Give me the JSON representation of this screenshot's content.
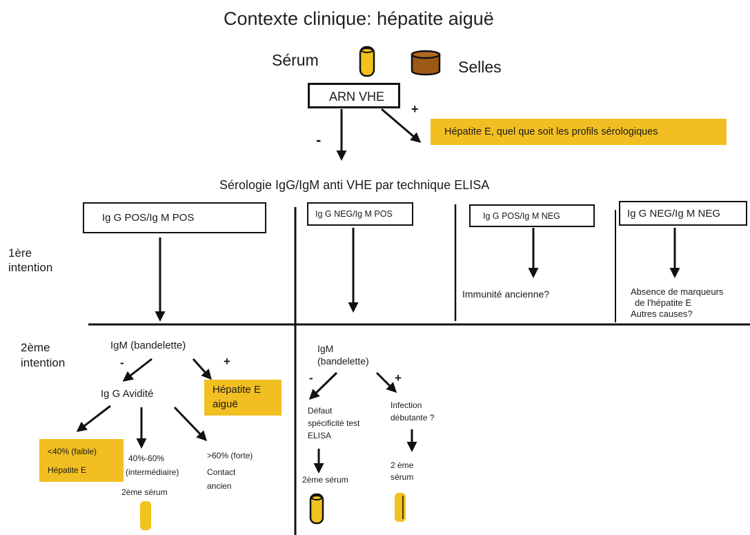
{
  "title": "Contexte clinique: hépatite aiguë",
  "specimens": {
    "serum": "Sérum",
    "selles": "Selles"
  },
  "arn": {
    "label": "ARN VHE",
    "plus": "+",
    "minus": "-"
  },
  "hep_e_any": "Hépatite E, quel que soit les profils sérologiques",
  "serologie": "Sérologie IgG/IgM anti VHE par technique ELISA",
  "intentions": {
    "first_1": "1ère",
    "first_2": "intention",
    "second_1": "2ème",
    "second_2": "intention"
  },
  "profiles": {
    "pos_pos": "Ig G POS/Ig M POS",
    "neg_pos": "Ig G NEG/Ig M POS",
    "pos_neg": "Ig G POS/Ig M NEG",
    "neg_neg": "Ig G NEG/Ig M NEG"
  },
  "results": {
    "immunite": "Immunité ancienne?",
    "absence_1": "Absence de marqueurs",
    "absence_2": "de l'hépatite E",
    "absence_3": "Autres causes?"
  },
  "left_branch": {
    "igm": "IgM (bandelette)",
    "minus": "-",
    "plus": "+",
    "hep_aigue_1": "Hépatite E",
    "hep_aigue_2": "aiguë",
    "avidite": "Ig G Avidité",
    "faible_1": "<40% (faible)",
    "faible_2": "Hépatite E",
    "inter_1": "40%-60%",
    "inter_2": "(intermédiaire)",
    "inter_3": "2ème sérum",
    "forte_1": ">60% (forte)",
    "forte_2": "Contact",
    "forte_3": "ancien"
  },
  "right_branch": {
    "igm_1": "IgM",
    "igm_2": "(bandelette)",
    "minus": "-",
    "plus": "+",
    "defaut_1": "Défaut",
    "defaut_2": "spécificité test",
    "defaut_3": "ELISA",
    "defaut_4": "2ème sérum",
    "infection_1": "Infection",
    "infection_2": "débutante ?",
    "infection_3": "2 ème",
    "infection_4": "sérum"
  },
  "colors": {
    "yellow": "#f2bf22",
    "brown": "#9c5a16",
    "tube_yellow": "#f2c21e"
  }
}
